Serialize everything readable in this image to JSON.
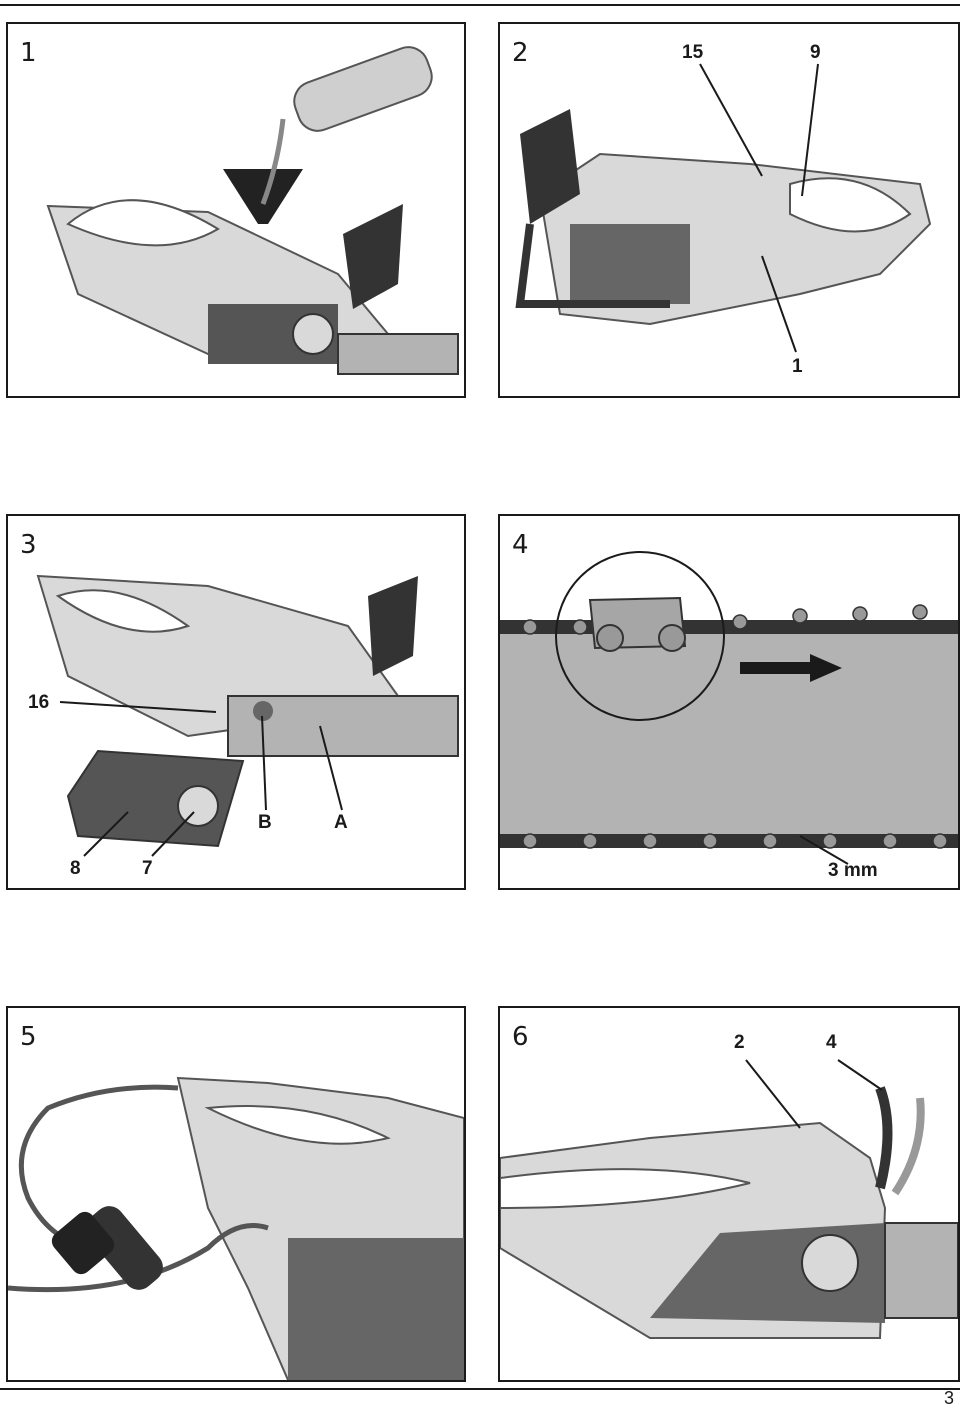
{
  "panels": [
    {
      "number": "1",
      "callouts": []
    },
    {
      "number": "2",
      "callouts": [
        "15",
        "9",
        "1"
      ]
    },
    {
      "number": "3",
      "callouts": [
        "16",
        "B",
        "A",
        "8",
        "7"
      ]
    },
    {
      "number": "4",
      "callouts": [
        "3 mm"
      ]
    },
    {
      "number": "5",
      "callouts": []
    },
    {
      "number": "6",
      "callouts": [
        "2",
        "4"
      ]
    }
  ],
  "page_number": "3",
  "colors": {
    "ink": "#1a1a1a",
    "body_light": "#d9d9d9",
    "body_mid": "#a6a6a6",
    "body_dark": "#555555",
    "bar": "#b3b3b3"
  }
}
